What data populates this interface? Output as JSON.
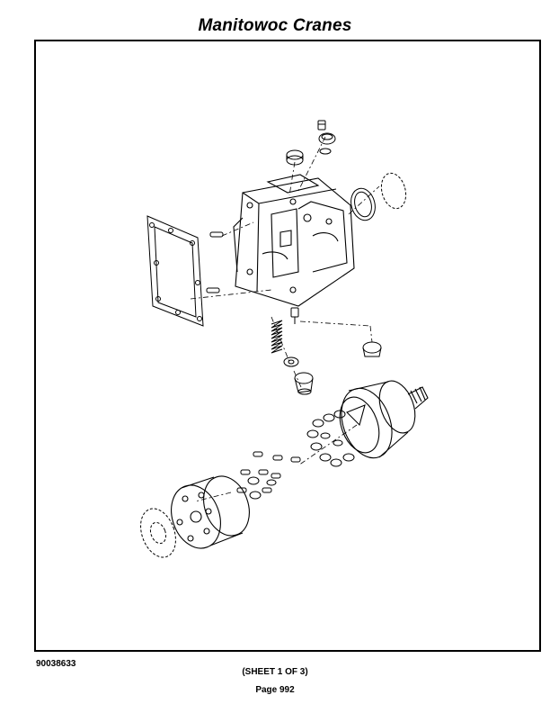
{
  "header": {
    "title": "Manitowoc Cranes"
  },
  "footer": {
    "drawing_number": "90038633",
    "sheet": "(SHEET 1 OF 3)",
    "page": "Page 992"
  },
  "colors": {
    "line": "#000000",
    "background": "#ffffff"
  }
}
